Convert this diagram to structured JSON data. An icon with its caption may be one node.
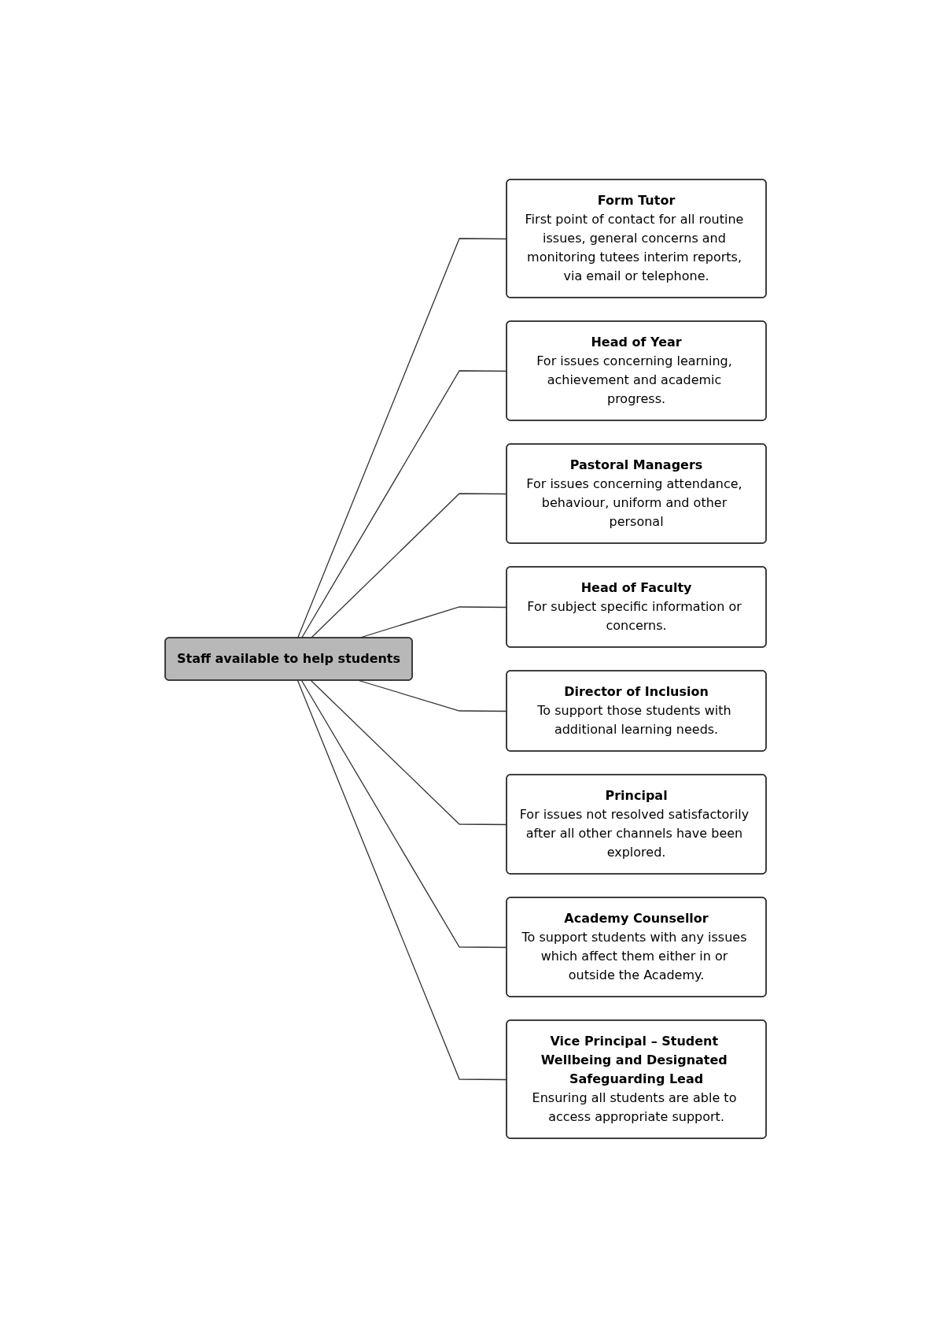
{
  "diagram": {
    "nodes": [
      {
        "text": [
          "Head of Year",
          "For issues concerning learning, achievement and academic progress."
        ]
      },
      {
        "text": [
          "Form Tutor",
          "First point of contact for all routine issues, general concerns and monitoring tutees interim reports, via email or telephone."
        ]
      },
      {
        "text": [
          "Pastoral Managers",
          "For issues concerning attendance, behaviour, uniform and other personal"
        ]
      },
      {
        "text": [
          "Head of Faculty",
          "For subject specific information or concerns."
        ]
      },
      {
        "text": [
          "Staff available to help students"
        ]
      },
      {
        "text": [
          "Director of Inclusion",
          "To support those students with additional learning needs."
        ]
      },
      {
        "text": [
          "Principal",
          "For issues not resolved satisfactorily after all other channels have been explored."
        ]
      },
      {
        "text": [
          "Academy Counsellor",
          "To support students with any issues which affect them either in or outside the Academy."
        ]
      },
      {
        "text": [
          "Vice Principal – Student Wellbeing and Designated Safeguarding Lead",
          "Ensuring all students are able to access appropriate support."
        ]
      }
    ],
    "edges": [
      {
        "from": 4,
        "to": 1,
        "arrow": "none"
      },
      {
        "from": 4,
        "to": 0,
        "arrow": "none"
      },
      {
        "from": 4,
        "to": 2,
        "arrow": "none"
      },
      {
        "from": 4,
        "to": 3,
        "arrow": "none"
      },
      {
        "from": 4,
        "to": 5,
        "arrow": "none"
      },
      {
        "from": 4,
        "to": 6,
        "arrow": "none"
      },
      {
        "from": 4,
        "to": 7,
        "arrow": "none"
      },
      {
        "from": 4,
        "to": 8,
        "arrow": "none"
      }
    ]
  }
}
